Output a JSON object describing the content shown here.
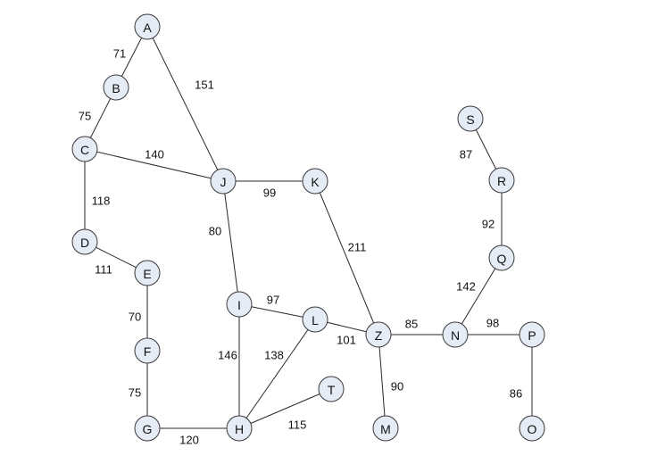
{
  "graph": {
    "nodes": [
      {
        "id": "A",
        "label": "A"
      },
      {
        "id": "B",
        "label": "B"
      },
      {
        "id": "C",
        "label": "C"
      },
      {
        "id": "D",
        "label": "D"
      },
      {
        "id": "E",
        "label": "E"
      },
      {
        "id": "F",
        "label": "F"
      },
      {
        "id": "G",
        "label": "G"
      },
      {
        "id": "H",
        "label": "H"
      },
      {
        "id": "I",
        "label": "I"
      },
      {
        "id": "J",
        "label": "J"
      },
      {
        "id": "K",
        "label": "K"
      },
      {
        "id": "L",
        "label": "L"
      },
      {
        "id": "M",
        "label": "M"
      },
      {
        "id": "N",
        "label": "N"
      },
      {
        "id": "O",
        "label": "O"
      },
      {
        "id": "P",
        "label": "P"
      },
      {
        "id": "Q",
        "label": "Q"
      },
      {
        "id": "R",
        "label": "R"
      },
      {
        "id": "S",
        "label": "S"
      },
      {
        "id": "T",
        "label": "T"
      },
      {
        "id": "Z",
        "label": "Z"
      }
    ],
    "edges": [
      {
        "from": "A",
        "to": "B",
        "weight": "71"
      },
      {
        "from": "A",
        "to": "J",
        "weight": "151"
      },
      {
        "from": "B",
        "to": "C",
        "weight": "75"
      },
      {
        "from": "C",
        "to": "J",
        "weight": "140"
      },
      {
        "from": "C",
        "to": "D",
        "weight": "118"
      },
      {
        "from": "D",
        "to": "E",
        "weight": "111"
      },
      {
        "from": "E",
        "to": "F",
        "weight": "70"
      },
      {
        "from": "F",
        "to": "G",
        "weight": "75"
      },
      {
        "from": "G",
        "to": "H",
        "weight": "120"
      },
      {
        "from": "J",
        "to": "K",
        "weight": "99"
      },
      {
        "from": "J",
        "to": "I",
        "weight": "80"
      },
      {
        "from": "I",
        "to": "L",
        "weight": "97"
      },
      {
        "from": "I",
        "to": "H",
        "weight": "146"
      },
      {
        "from": "L",
        "to": "H",
        "weight": "138"
      },
      {
        "from": "H",
        "to": "T",
        "weight": "115"
      },
      {
        "from": "K",
        "to": "Z",
        "weight": "211"
      },
      {
        "from": "L",
        "to": "Z",
        "weight": "101"
      },
      {
        "from": "Z",
        "to": "M",
        "weight": "90"
      },
      {
        "from": "Z",
        "to": "N",
        "weight": "85"
      },
      {
        "from": "N",
        "to": "P",
        "weight": "98"
      },
      {
        "from": "P",
        "to": "O",
        "weight": "86"
      },
      {
        "from": "N",
        "to": "Q",
        "weight": "142"
      },
      {
        "from": "Q",
        "to": "R",
        "weight": "92"
      },
      {
        "from": "R",
        "to": "S",
        "weight": "87"
      }
    ]
  }
}
